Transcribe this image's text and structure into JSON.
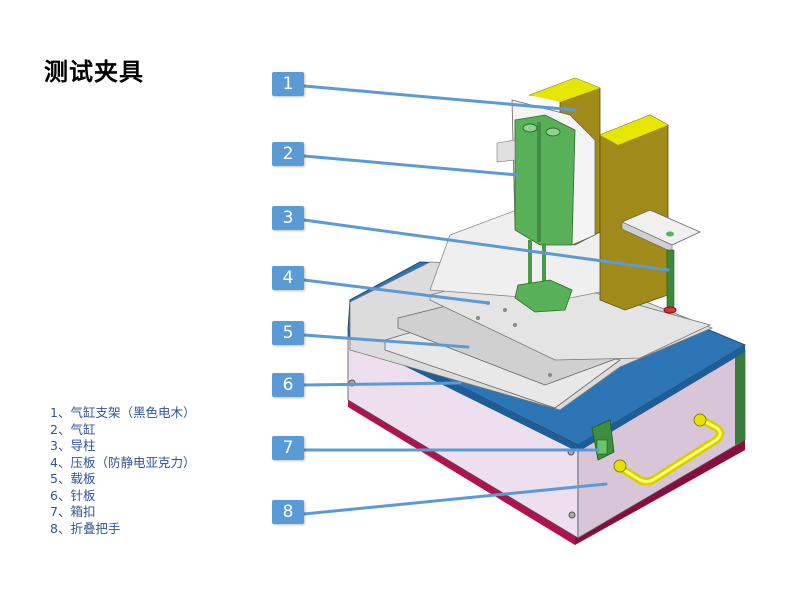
{
  "title": "测试夹具",
  "legend": [
    "1、气缸支架（黑色电木）",
    "2、气缸",
    "3、导柱",
    "4、压板（防静电亚克力）",
    "5、载板",
    "6、针板",
    "7、箱扣",
    "8、折叠把手"
  ],
  "callouts": [
    "1",
    "2",
    "3",
    "4",
    "5",
    "6",
    "7",
    "8"
  ],
  "colors": {
    "callout": "#5b9bd5",
    "legend_text": "#2f5597",
    "box_top": "#2e75b6",
    "box_side": "#d9c8d9",
    "box_bottom": "#b0124f",
    "bracket": "#a08a1a",
    "bracket_top": "#e6e600",
    "cylinder": "#58b158",
    "handle": "#e8e000"
  }
}
